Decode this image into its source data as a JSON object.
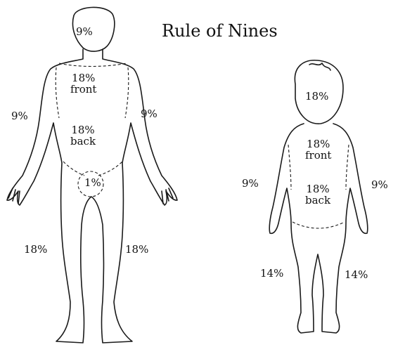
{
  "title": "Rule of Nines",
  "adult": {
    "head": "9%",
    "trunk_front_pct": "18%",
    "trunk_front_word": "front",
    "trunk_back_pct": "18%",
    "trunk_back_word": "back",
    "arm_left": "9%",
    "arm_right": "9%",
    "groin": "1%",
    "leg_left": "18%",
    "leg_right": "18%"
  },
  "child": {
    "head": "18%",
    "trunk_front_pct": "18%",
    "trunk_front_word": "front",
    "trunk_back_pct": "18%",
    "trunk_back_word": "back",
    "arm_left": "9%",
    "arm_right": "9%",
    "leg_left": "14%",
    "leg_right": "14%"
  }
}
